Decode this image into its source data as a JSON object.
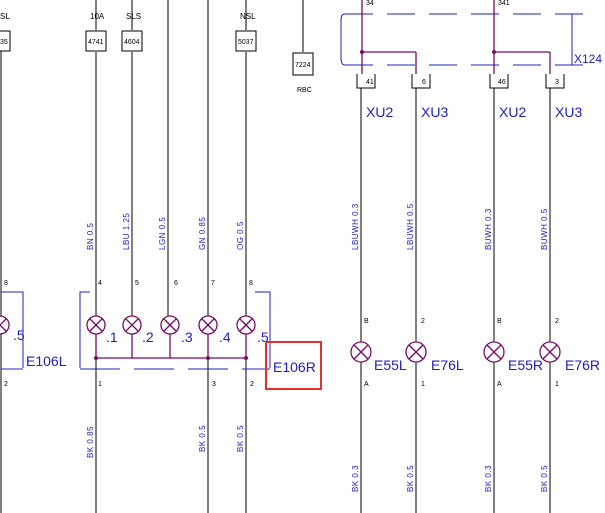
{
  "colors": {
    "wire": "#000000",
    "bus": "#7a0a6a",
    "label": "#2020c0",
    "highlight": "#e03030"
  },
  "top": {
    "sl_label": "SL",
    "fuse_rating": "10A",
    "sls_label": "SLS",
    "nsl_label": "NSL",
    "rbc_label": "RBC",
    "x124_label": "X124",
    "pin_34": "34",
    "pin_341": "341"
  },
  "boxes": {
    "b35": "35",
    "b4741": "4741",
    "b4604": "4604",
    "b5037": "5037",
    "b7224": "7224"
  },
  "connectors": {
    "c1": {
      "pin": "41",
      "name": "XU2"
    },
    "c2": {
      "pin": "6",
      "name": "XU3"
    },
    "c3": {
      "pin": "46",
      "name": "XU2"
    },
    "c4": {
      "pin": "3",
      "name": "XU3"
    }
  },
  "upper_wires": {
    "w1": "BN 0.5",
    "w2": "LBU 1.25",
    "w3": "LGN 0.5",
    "w4": "GN 0.85",
    "w5": "OG 0.5",
    "w6": "LBUWH 0.3",
    "w7": "LBUWH 0.5",
    "w8": "BUWH 0.3",
    "w9": "BUWH 0.5"
  },
  "lower_wires": {
    "w1": "BK 0.85",
    "w2": "BK 0.5",
    "w3": "BK 0.5",
    "w4": "BK 0.3",
    "w5": "BK 0.5",
    "w6": "BK 0.3",
    "w7": "BK 0.5"
  },
  "pins_top": {
    "p1": "8",
    "p2": "4",
    "p3": "5",
    "p4": "6",
    "p5": "7",
    "p6": "8",
    "p7": "B",
    "p8": "2",
    "p9": "B",
    "p10": "2"
  },
  "pins_bottom": {
    "p1": "2",
    "p2": "1",
    "p3": "3",
    "p4": "2",
    "p5": "A",
    "p6": "1",
    "p7": "A",
    "p8": "1"
  },
  "lamp_indices": {
    "l0": ".5",
    "l1": ".1",
    "l2": ".2",
    "l3": ".3",
    "l4": ".4",
    "l5": ".5"
  },
  "components": {
    "e106l": "E106L",
    "e106r": "E106R",
    "e55l": "E55L",
    "e76l": "E76L",
    "e55r": "E55R",
    "e76r": "E76R"
  }
}
